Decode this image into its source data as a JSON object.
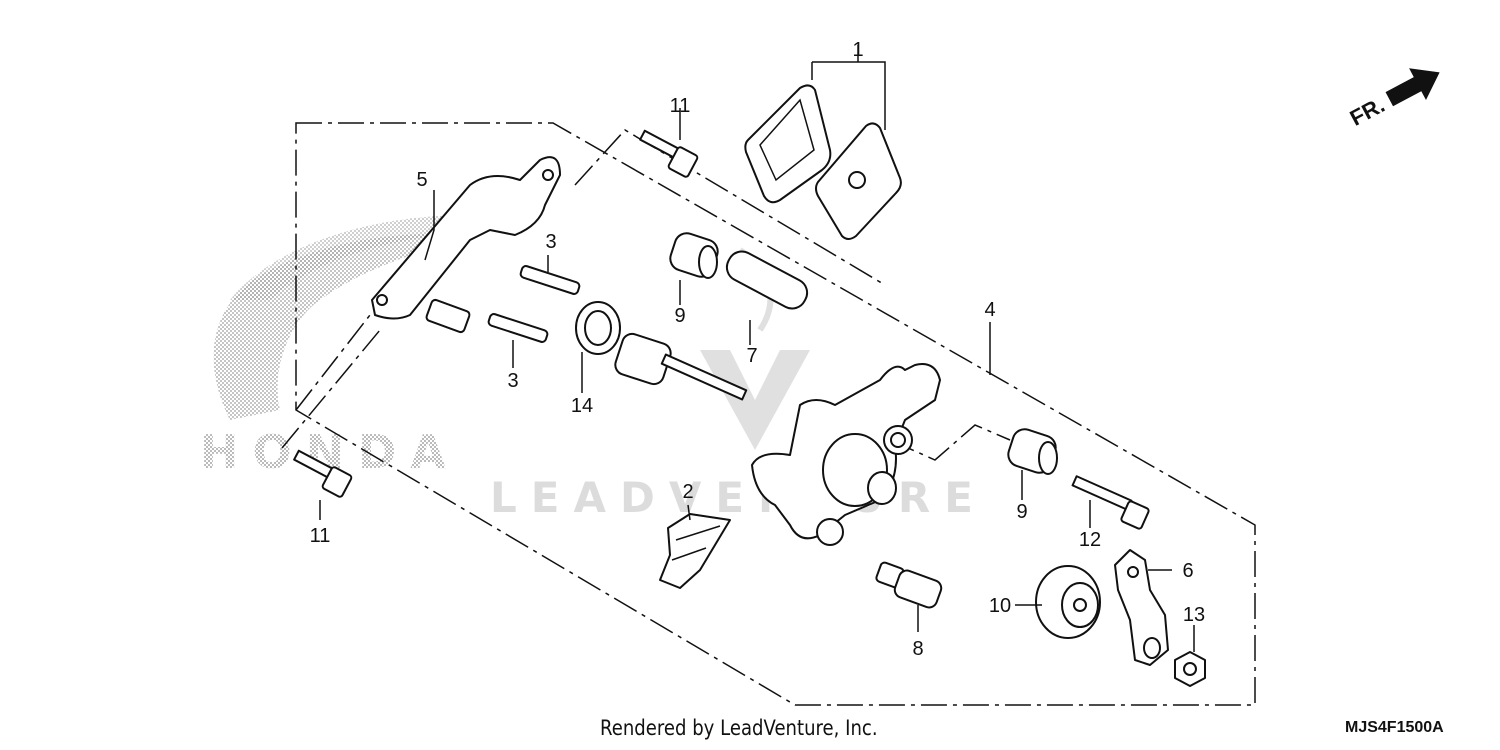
{
  "diagram": {
    "code": "MJS4F1500A",
    "credit": "Rendered by LeadVenture, Inc.",
    "direction_label": "FR.",
    "watermark": {
      "brand": "HONDA",
      "text": "LEADVENTURE"
    },
    "callouts": {
      "c1": "1",
      "c2": "2",
      "c3a": "3",
      "c3b": "3",
      "c4": "4",
      "c5": "5",
      "c6": "6",
      "c7": "7",
      "c8": "8",
      "c9a": "9",
      "c9b": "9",
      "c10": "10",
      "c11a": "11",
      "c11b": "11",
      "c12": "12",
      "c13": "13",
      "c14": "14"
    }
  }
}
